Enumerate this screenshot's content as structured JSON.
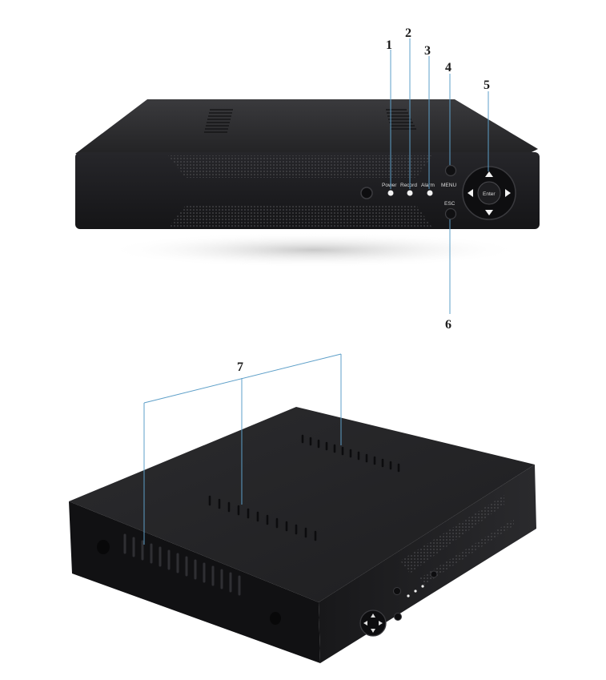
{
  "callouts": {
    "n1": "1",
    "n2": "2",
    "n3": "3",
    "n4": "4",
    "n5": "5",
    "n6": "6",
    "n7": "7"
  },
  "front_panel": {
    "power_label": "Power",
    "record_label": "Record",
    "alarm_label": "Alarm",
    "menu_label": "MENU",
    "esc_label": "ESC",
    "enter_label": "Enter"
  },
  "colors": {
    "device_body": "#1c1c1e",
    "callout_line": "#5d9fc8",
    "led": "#f2f2f2"
  }
}
